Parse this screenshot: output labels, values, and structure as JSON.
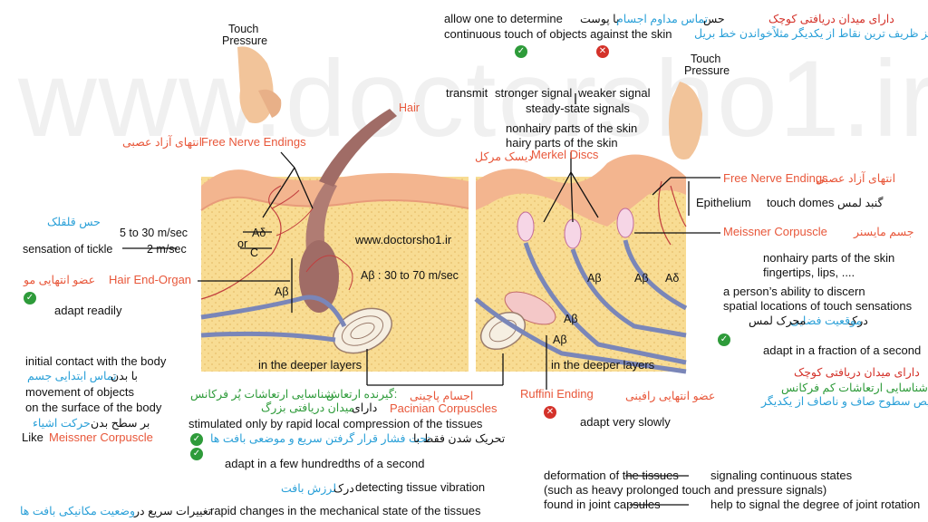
{
  "watermark": "www.doctorsho1.ir",
  "site_label": "www.doctorsho1.ir",
  "touch_left": {
    "l1": "Touch",
    "l2": "Pressure"
  },
  "touch_right": {
    "l1": "Touch",
    "l2": "Pressure"
  },
  "hair_label": "Hair",
  "free_nerve_left": {
    "fa": "انتهای آزاد عصبی",
    "en": "Free Nerve Endings"
  },
  "free_nerve_right": {
    "fa": "انتهای آزاد عصبی",
    "en": "Free Nerve Endings"
  },
  "speeds": {
    "fa_tickle": "حس قلقلک",
    "v1": "5 to 30 m/sec",
    "tickle": "sensation of tickle",
    "v2": "2 m/sec",
    "adelta": "Aδ",
    "or": "or",
    "c": "C",
    "abeta_fast": "Aβ : 30 to 70 m/sec",
    "abeta": "Aβ"
  },
  "hair_end_organ": {
    "fa": "عضو انتهایی مو",
    "en": "Hair End-Organ",
    "adapt": "adapt readily"
  },
  "left_notes": {
    "l1": "initial contact with the body",
    "l2_fa_a": "تماس ابتدایی جسم",
    "l2_fa_b": "با بدن",
    "l3": "movement of objects",
    "l4": "on the surface of the body",
    "l5_fa_a": "حرکت اشیاء",
    "l5_fa_b": "بر سطح بدن",
    "like": "Like",
    "like_en": "Meissner Corpuscle"
  },
  "deeper_left": "in the deeper layers",
  "deeper_right": "in the deeper layers",
  "pacinian": {
    "fa1_a": "گیرنده ارتعاش:",
    "fa1_b": "شناسایی ارتعاشات پُر فرکانس",
    "fa2_a": "دارای",
    "fa2_b": "میدان دریافتی بزرگ",
    "fa_name": "اجسام پاچینی",
    "en": "Pacinian Corpuscles",
    "stim": "stimulated only by rapid local compression of the tissues",
    "fa3_a": "تحریک شدن فقط با",
    "fa3_b": "تحت فشار قرار گرفتن سریع و موضعی بافت ها",
    "adapt": "adapt in a few hundredths of a second",
    "vib_fa": "درک",
    "vib_fa_b": "لرزش بافت",
    "vib": "detecting tissue vibration",
    "rapid_fa_a": "تغییرات سریع در",
    "rapid_fa_b": "وضعیت مکانیکی بافت ها",
    "rapid": "rapid changes in the mechanical state of the tissues"
  },
  "top_center": {
    "l1": "allow one to determine",
    "l1_fa_a": "با پوست",
    "l1_fa_b": "تماس مداوم اجسام",
    "l1_fa_c": "حس",
    "l2": "continuous touch of objects against the skin",
    "transmit": "transmit",
    "stronger": "stronger signal",
    "weaker": "weaker signal",
    "steady": "steady-state signals",
    "nonhairy": "nonhairy parts of the skin",
    "hairy": "hairy parts of the skin",
    "merkel_fa": "دیسک مرکل",
    "merkel_en": "Merkel Discs"
  },
  "top_right": {
    "fa1": "دارای میدان دریافتی کوچک",
    "fa2": "تمییز ظریف ترین نقاط از یکدیگر مثلاًخواندن خط بریل"
  },
  "epithelium": "Epithelium",
  "touch_domes": "touch domes",
  "touch_domes_fa": "گنبد لمس",
  "meissner": {
    "fa": "جسم مایسنر",
    "en": "Meissner Corpuscle",
    "nonhairy": "nonhairy parts of the skin",
    "finger": "fingertips, lips, ....",
    "a1": "a person’s ability to discern",
    "a2": "spatial locations of touch sensations",
    "a3_fa_a": "درک",
    "a3_fa_b": "موقعیت فضایی",
    "a3_fa_c": "محرک لمس",
    "adapt": "adapt in a fraction of a second",
    "fa_small": "دارای میدان دریافتی کوچک",
    "fa_low": "شناسایی ارتعاشات کم فرکانس",
    "fa_surf": "تشخیص سطوح صاف و ناصاف از یکدیگر"
  },
  "ruffini": {
    "fa": "عضو انتهایی رافینی",
    "en": "Ruffini Ending",
    "adapt": "adapt very slowly",
    "d1": "deformation of the tissues",
    "d1b": "signaling continuous states",
    "d2": "(such as heavy prolonged touch and pressure signals)",
    "d3": "found in joint capsules",
    "d3b": "help to signal the degree of joint rotation"
  },
  "ab_labels": [
    "Aβ",
    "Aβ",
    "Aβ",
    "Aβ",
    "Aδ"
  ],
  "colors": {
    "orange": "#e8573a",
    "blue": "#2aa0d8",
    "red": "#d4322a",
    "green": "#2e9b3a",
    "skin": "#f7d98b",
    "nerve": "#7a86b8"
  }
}
